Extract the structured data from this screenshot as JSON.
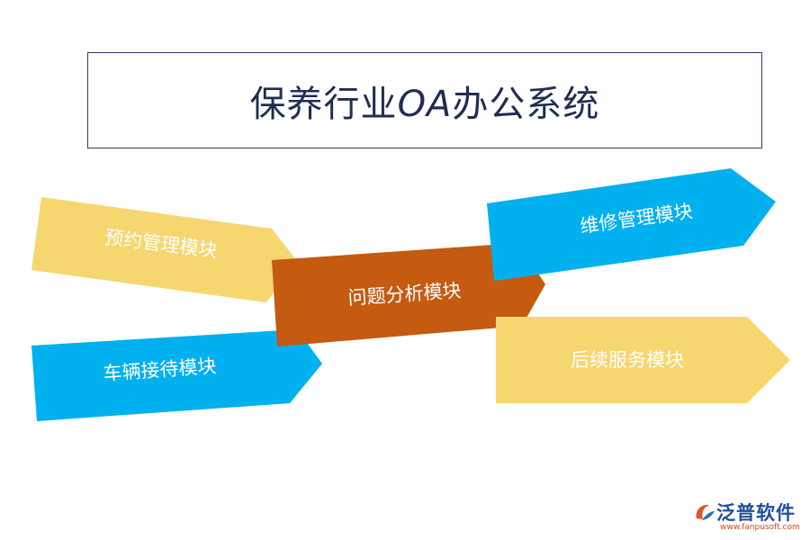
{
  "title": {
    "prefix": "保养行业",
    "oa": "OA",
    "suffix": "办公系统"
  },
  "modules": {
    "appointment": "预约管理模块",
    "reception": "车辆接待模块",
    "analysis": "问题分析模块",
    "repair": "维修管理模块",
    "followup": "后续服务模块"
  },
  "colors": {
    "yellow": "#f6d66f",
    "blue": "#00b0ef",
    "orange": "#c55a11",
    "title_text": "#1f2e50"
  },
  "brand": {
    "name": "泛普软件",
    "url": "www.fanpusoft.com"
  }
}
